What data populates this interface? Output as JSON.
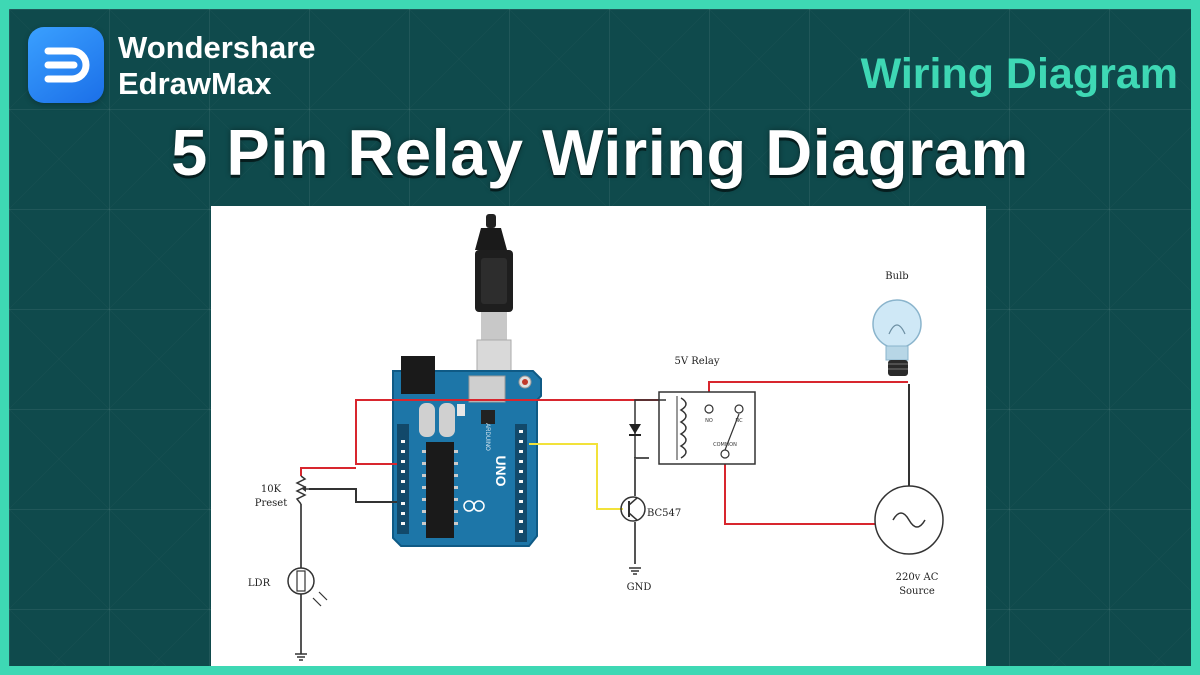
{
  "brand": {
    "line1": "Wondershare",
    "line2": "EdrawMax",
    "icon": "edrawmax-logo-icon"
  },
  "category_tag": "Wiring Diagram",
  "title": "5 Pin Relay Wiring Diagram",
  "diagram": {
    "board": {
      "name": "Arduino UNO",
      "model_text": "UNO",
      "brand_text": "ARDUINO"
    },
    "labels": {
      "bulb": "Bulb",
      "relay": "5V Relay",
      "preset_line1": "10K",
      "preset_line2": "Preset",
      "transistor": "BC547",
      "ldr": "LDR",
      "gnd": "GND",
      "source_line1": "220v AC",
      "source_line2": "Source",
      "relay_no": "NO",
      "relay_nc": "NC",
      "relay_common": "COMMON"
    },
    "wire_colors": {
      "power": "#d8262e",
      "ground": "#333333",
      "signal": "#f2e23a"
    }
  }
}
